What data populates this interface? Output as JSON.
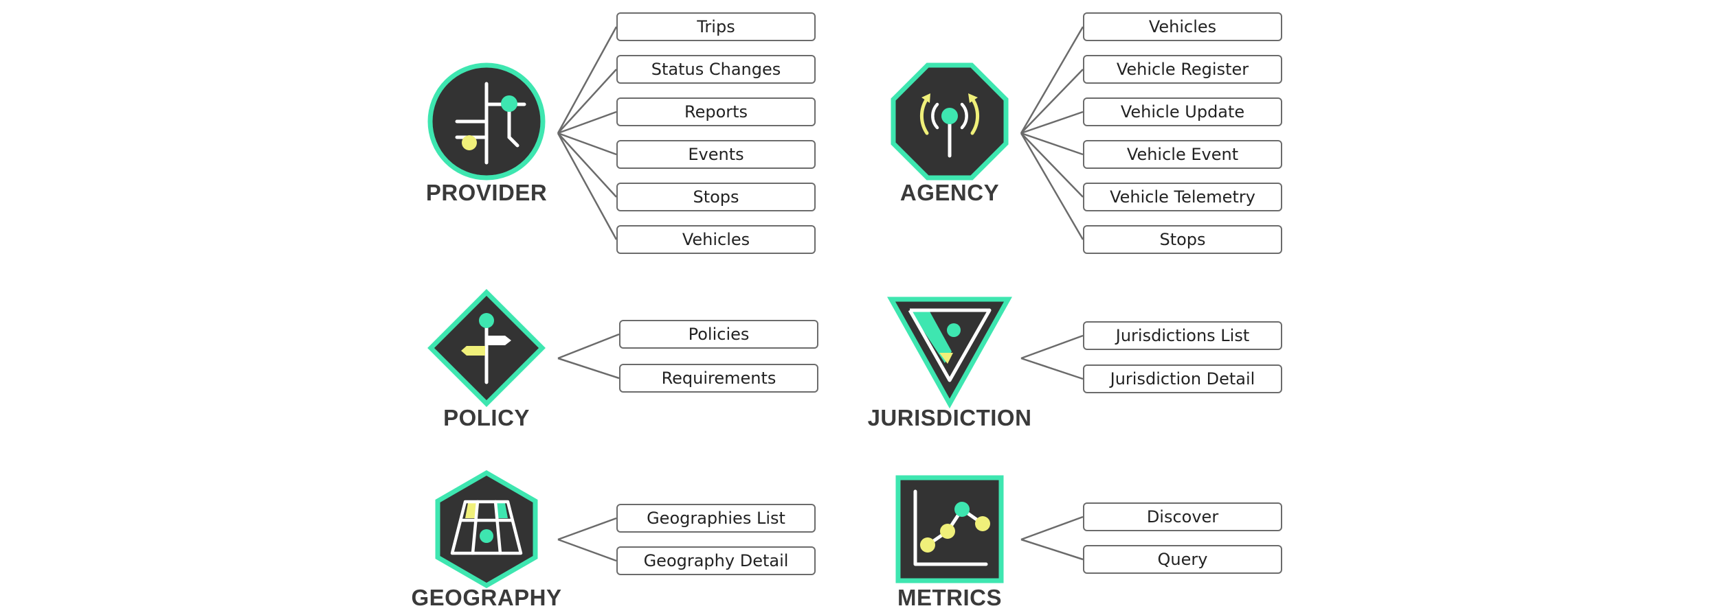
{
  "modules": [
    {
      "key": "provider",
      "title": "PROVIDER",
      "icon": "provider-icon",
      "items": [
        "Trips",
        "Status Changes",
        "Reports",
        "Events",
        "Stops",
        "Vehicles"
      ]
    },
    {
      "key": "agency",
      "title": "AGENCY",
      "icon": "agency-icon",
      "items": [
        "Vehicles",
        "Vehicle Register",
        "Vehicle Update",
        "Vehicle Event",
        "Vehicle Telemetry",
        "Stops"
      ]
    },
    {
      "key": "policy",
      "title": "POLICY",
      "icon": "policy-icon",
      "items": [
        "Policies",
        "Requirements"
      ]
    },
    {
      "key": "jurisdiction",
      "title": "JURISDICTION",
      "icon": "jurisdiction-icon",
      "items": [
        "Jurisdictions List",
        "Jurisdiction Detail"
      ]
    },
    {
      "key": "geography",
      "title": "GEOGRAPHY",
      "icon": "geography-icon",
      "items": [
        "Geographies List",
        "Geography Detail"
      ]
    },
    {
      "key": "metrics",
      "title": "METRICS",
      "icon": "metrics-icon",
      "items": [
        "Discover",
        "Query"
      ]
    }
  ],
  "colors": {
    "icon_fill": "#333333",
    "icon_border": "#3ee6b0",
    "accent_green": "#3ee6b0",
    "accent_yellow": "#f0f07a",
    "connector": "#6b6b6b",
    "title_text": "#3a3a3a"
  }
}
